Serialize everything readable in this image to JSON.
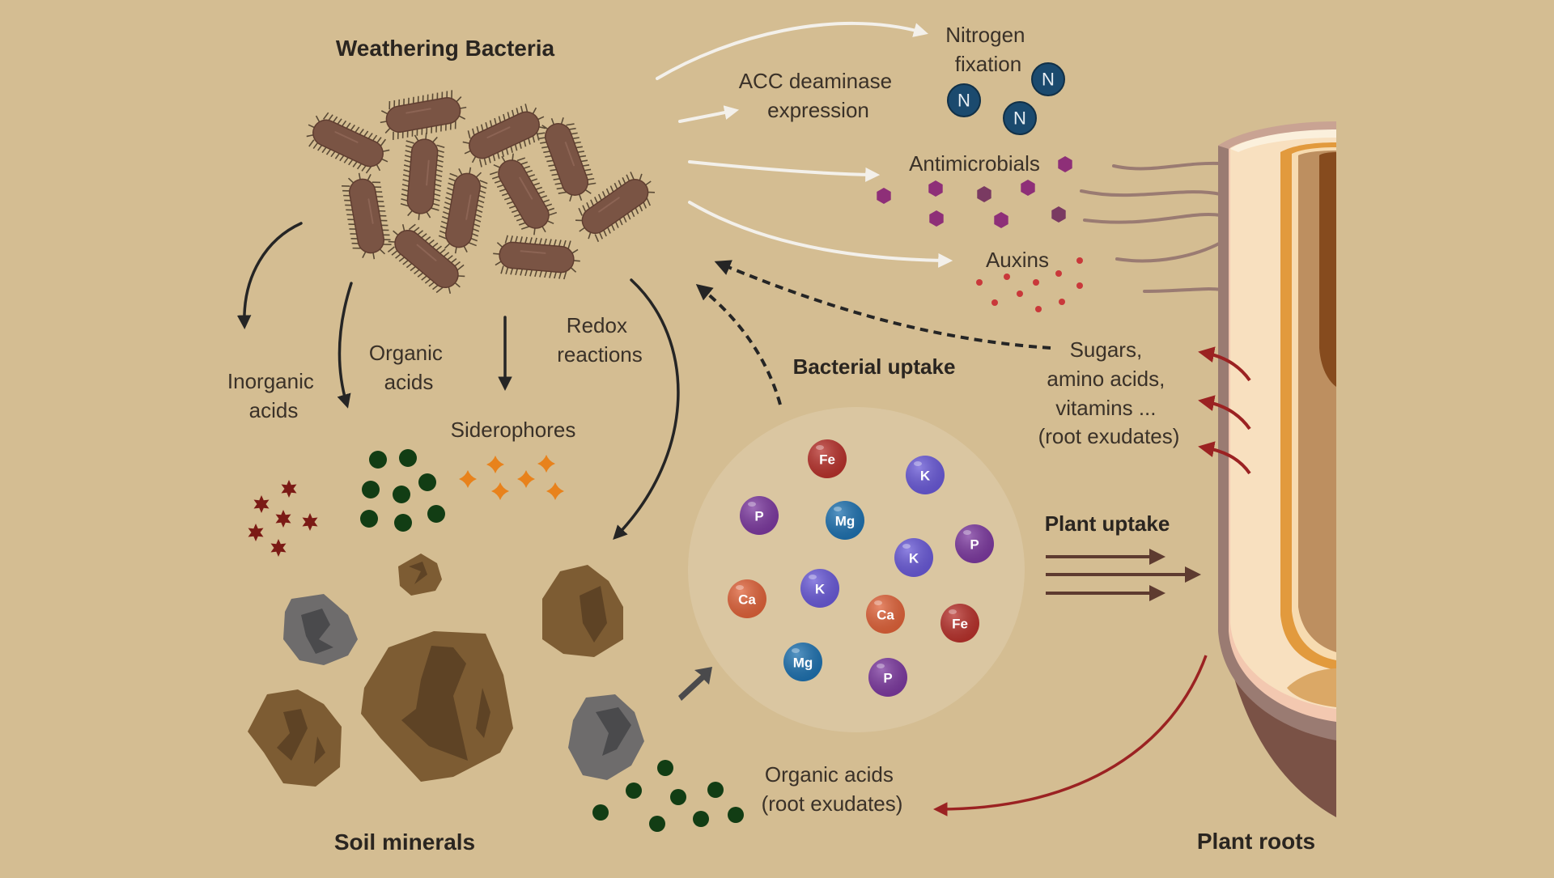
{
  "diagram": {
    "title": "Weathering Bacteria",
    "sections": {
      "bacteria": "Weathering Bacteria",
      "soil": "Soil minerals",
      "roots": "Plant roots"
    },
    "bacterial_products": [
      {
        "id": "nitrogen",
        "lines": [
          "Nitrogen",
          "fixation"
        ]
      },
      {
        "id": "acc",
        "lines": [
          "ACC deaminase",
          "expression"
        ]
      },
      {
        "id": "antimicrobials",
        "lines": [
          "Antimicrobials"
        ]
      },
      {
        "id": "auxins",
        "lines": [
          "Auxins"
        ]
      }
    ],
    "weathering_agents": [
      {
        "id": "inorganic",
        "lines": [
          "Inorganic",
          "acids"
        ]
      },
      {
        "id": "organic",
        "lines": [
          "Organic",
          "acids"
        ]
      },
      {
        "id": "siderophores",
        "lines": [
          "Siderophores"
        ]
      },
      {
        "id": "redox",
        "lines": [
          "Redox",
          "reactions"
        ]
      }
    ],
    "uptake": {
      "bacterial": "Bacterial uptake",
      "plant": "Plant uptake"
    },
    "root_exudates": [
      "Sugars,",
      "amino acids,",
      "vitamins ...",
      "(root exudates)"
    ],
    "root_organic_acids": [
      "Organic  acids",
      "(root exudates)"
    ],
    "nitrogen_symbol": "N",
    "nutrient_ions": [
      {
        "symbol": "Fe",
        "color": "#b8322c"
      },
      {
        "symbol": "K",
        "color": "#6a5ad8"
      },
      {
        "symbol": "P",
        "color": "#7d3aa0"
      },
      {
        "symbol": "Mg",
        "color": "#1f72b0"
      },
      {
        "symbol": "K",
        "color": "#6a5ad8"
      },
      {
        "symbol": "P",
        "color": "#7d3aa0"
      },
      {
        "symbol": "Ca",
        "color": "#e0633a"
      },
      {
        "symbol": "K",
        "color": "#6a5ad8"
      },
      {
        "symbol": "Ca",
        "color": "#e0633a"
      },
      {
        "symbol": "Fe",
        "color": "#b8322c"
      },
      {
        "symbol": "Mg",
        "color": "#1f72b0"
      },
      {
        "symbol": "P",
        "color": "#7d3aa0"
      }
    ],
    "colors": {
      "background": "#d4bd92",
      "bacteria": "#7a5444",
      "nitrogen": "#1b4a6e",
      "antimicrobial": "#8e2f78",
      "auxin": "#c9383a",
      "organic_acid": "#123d14",
      "inorganic_acid": "#7b1a15",
      "siderophore": "#e8821c",
      "exudate_arrow": "#9b2222",
      "plant_uptake_arrow": "#5e3b30"
    }
  }
}
